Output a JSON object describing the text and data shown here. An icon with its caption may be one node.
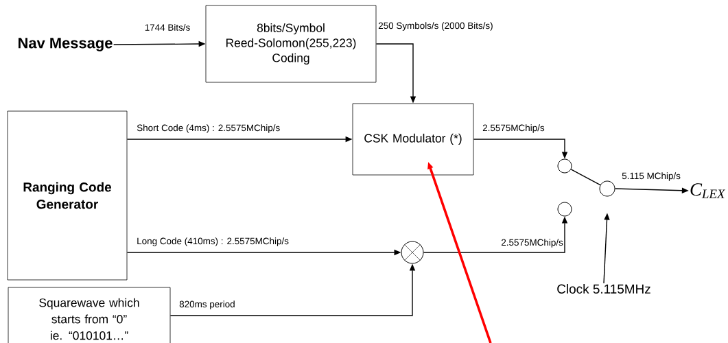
{
  "diagram": {
    "nodes": [
      {
        "text": [
          "Nav Message"
        ]
      },
      {
        "text": [
          "8bits/Symbol Reed-Solomon(255,223) Coding"
        ]
      },
      {
        "text": [
          "CSK Modulator (*)"
        ]
      },
      {
        "text": [
          "Ranging Code Generator"
        ]
      },
      {
        "text": [
          "Squarewave which starts from “0” ie. “010101…”"
        ]
      },
      {
        "text": [],
        "shape": "circle"
      },
      {
        "text": [],
        "shape": "circle"
      },
      {
        "text": [],
        "shape": "circle"
      },
      {
        "text": [],
        "shape": "circle"
      },
      {
        "text": [
          "C$_{LEX}$"
        ]
      },
      {
        "text": [
          "Clock 5.115MHz"
        ]
      }
    ],
    "edges": [
      {
        "from": 0,
        "to": 1,
        "arrow": "to",
        "label": "1744 Bits/s"
      },
      {
        "from": 1,
        "to": 2,
        "arrow": "to",
        "label": "250 Symbols/s (2000 Bits/s)"
      },
      {
        "from": 3,
        "to": 2,
        "arrow": "to",
        "label": "Short Code (4ms) : 2.5575MChip/s"
      },
      {
        "from": 3,
        "to": 5,
        "arrow": "to",
        "label": "Long Code (410ms) : 2.5575MChip/s"
      },
      {
        "from": 4,
        "to": 5,
        "arrow": "to",
        "label": "820ms period"
      },
      {
        "from": 2,
        "to": 6,
        "arrow": "to",
        "label": "2.5575MChip/s"
      },
      {
        "from": 5,
        "to": 7,
        "arrow": "to",
        "label": "2.5575MChip/s"
      },
      {
        "from": 6,
        "to": 8,
        "arrow": "none"
      },
      {
        "from": 8,
        "to": 9,
        "arrow": "to",
        "label": "5.115 MChip/s"
      },
      {
        "from": 10,
        "to": 8,
        "arrow": "to"
      },
      {
        "from": null,
        "to": 2,
        "arrow": "to",
        "style": "thick",
        "color": "#ff0000"
      }
    ]
  }
}
